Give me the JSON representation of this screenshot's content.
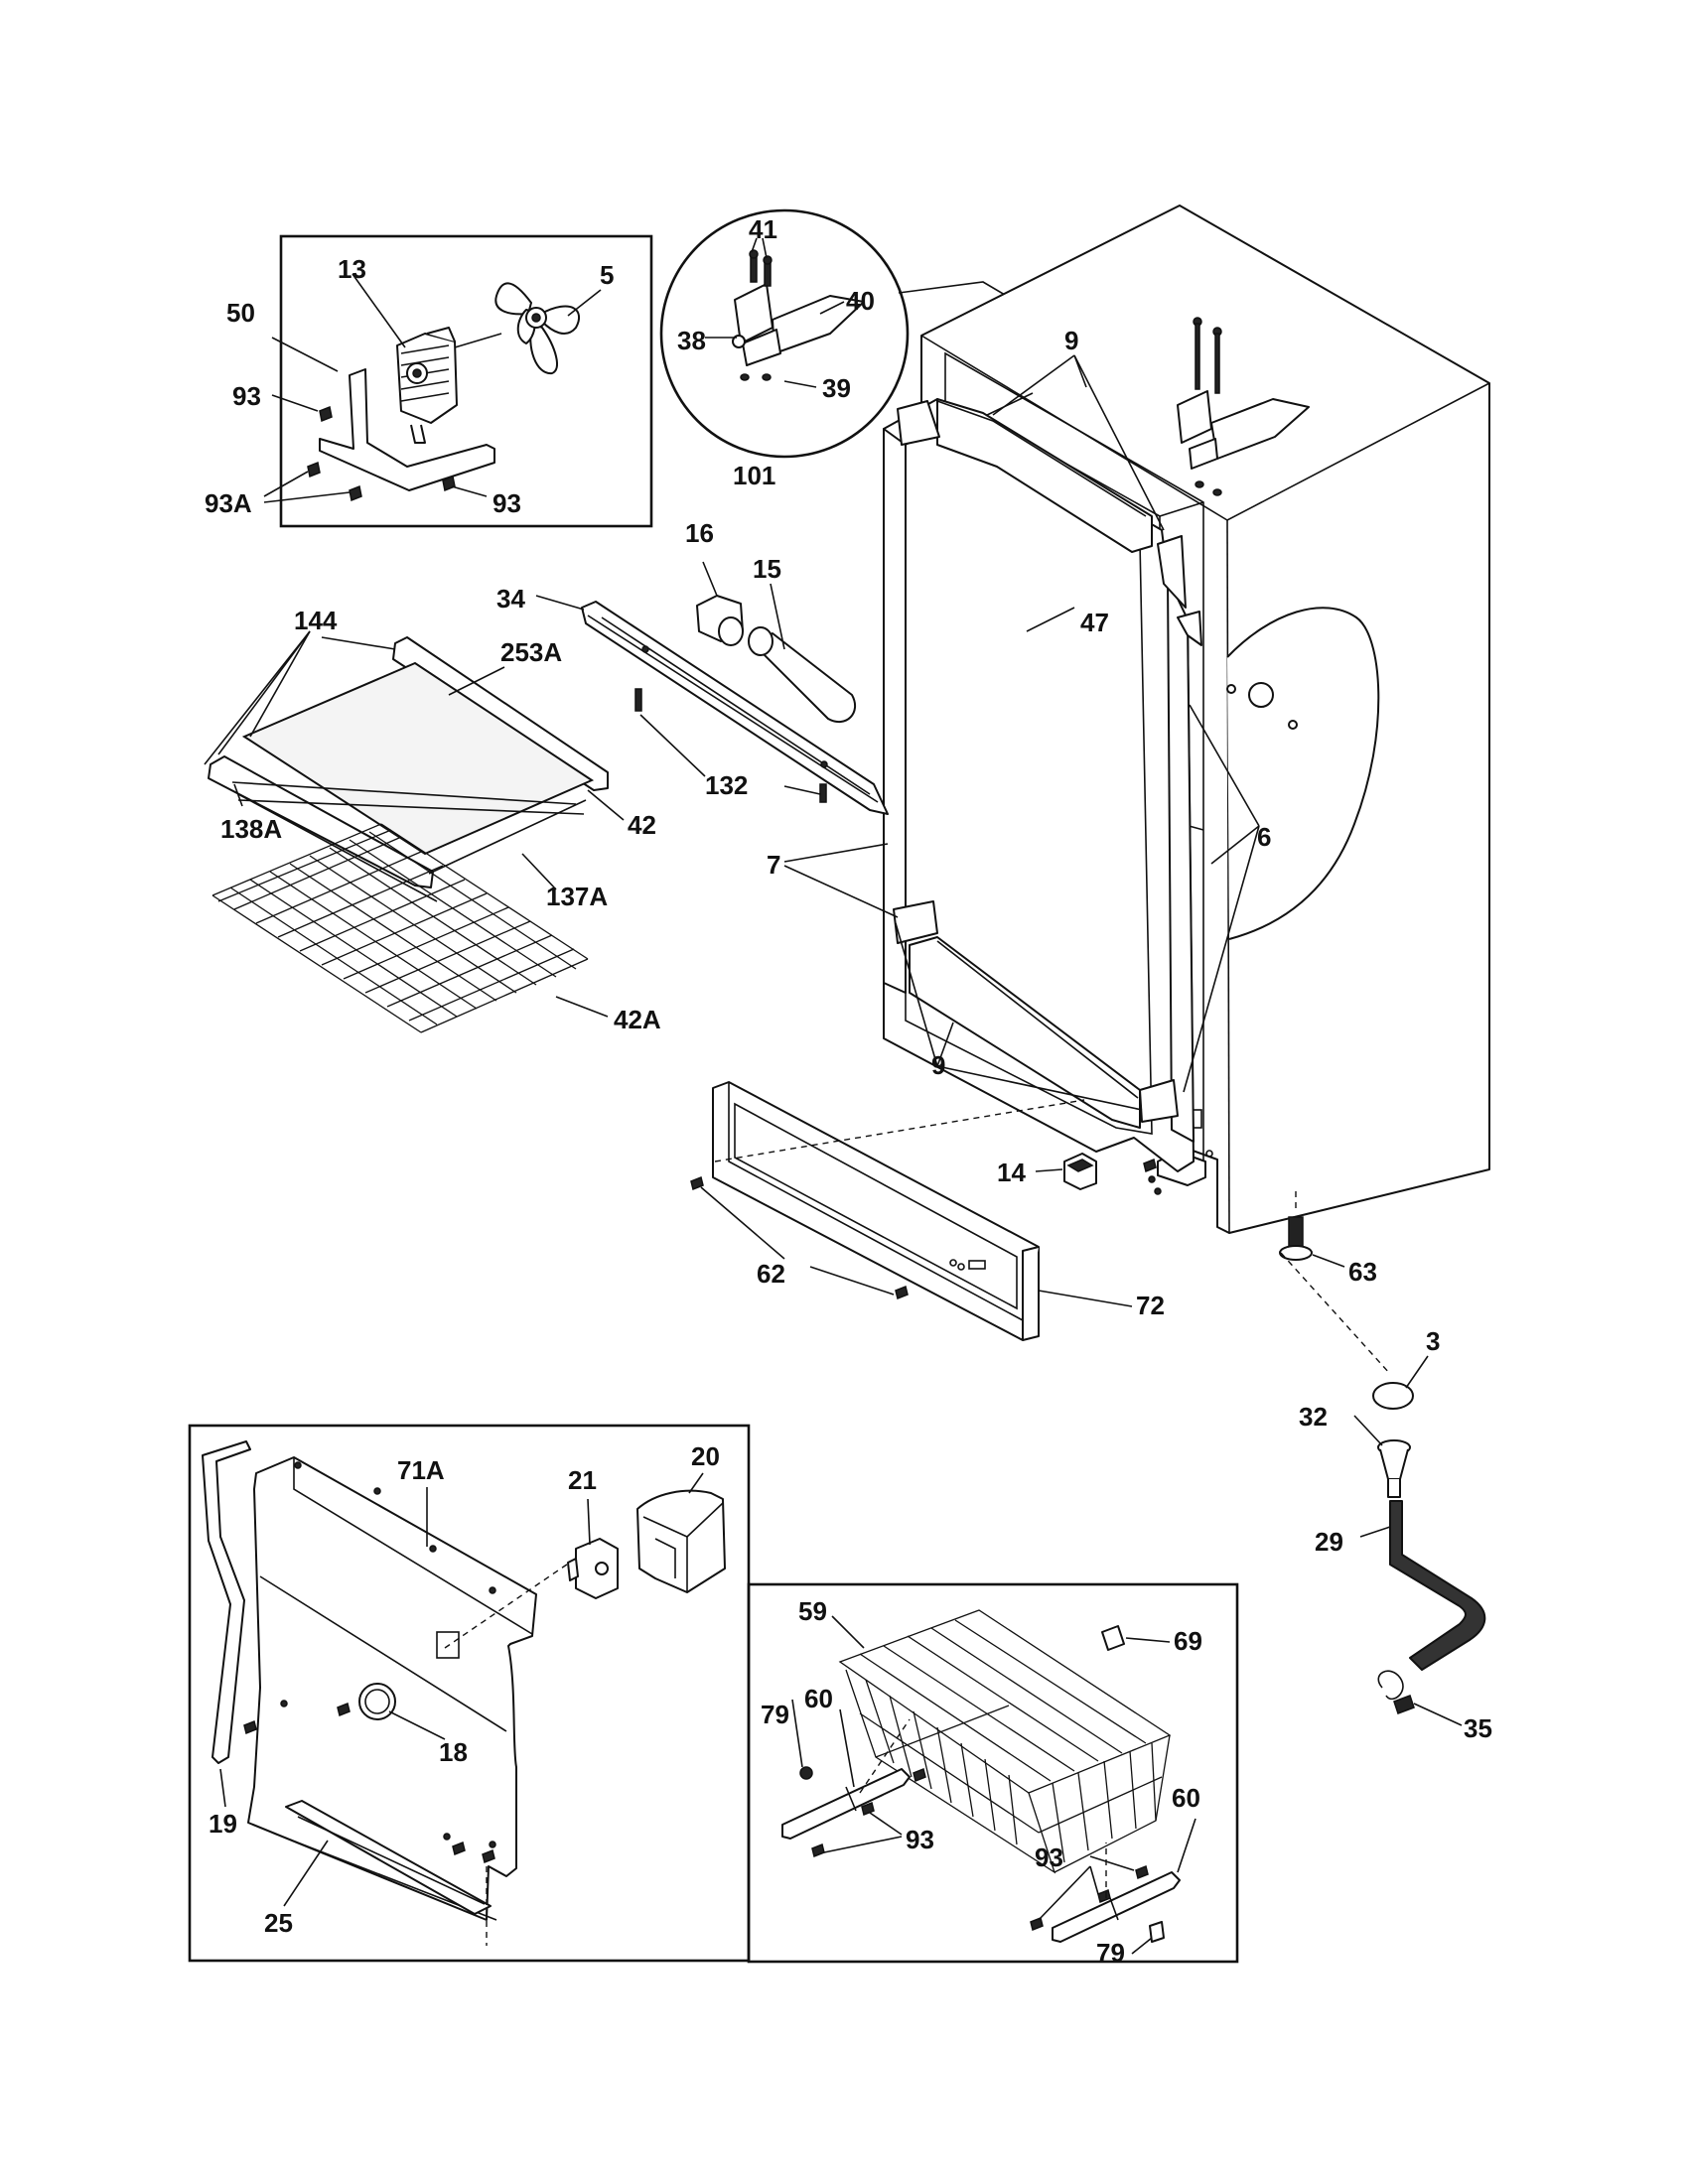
{
  "callouts": [
    {
      "id": "c13",
      "text": "13"
    },
    {
      "id": "c5",
      "text": "5"
    },
    {
      "id": "c50",
      "text": "50"
    },
    {
      "id": "c93a_top",
      "text": "93"
    },
    {
      "id": "c93A",
      "text": "93A"
    },
    {
      "id": "c93b_top",
      "text": "93"
    },
    {
      "id": "c41",
      "text": "41"
    },
    {
      "id": "c40",
      "text": "40"
    },
    {
      "id": "c38",
      "text": "38"
    },
    {
      "id": "c39",
      "text": "39"
    },
    {
      "id": "c101",
      "text": "101"
    },
    {
      "id": "c9_top",
      "text": "9"
    },
    {
      "id": "c16",
      "text": "16"
    },
    {
      "id": "c15",
      "text": "15"
    },
    {
      "id": "c34",
      "text": "34"
    },
    {
      "id": "c47",
      "text": "47"
    },
    {
      "id": "c144",
      "text": "144"
    },
    {
      "id": "c253A",
      "text": "253A"
    },
    {
      "id": "c132",
      "text": "132"
    },
    {
      "id": "c42",
      "text": "42"
    },
    {
      "id": "c138A",
      "text": "138A"
    },
    {
      "id": "c137A",
      "text": "137A"
    },
    {
      "id": "c7",
      "text": "7"
    },
    {
      "id": "c6",
      "text": "6"
    },
    {
      "id": "c42A",
      "text": "42A"
    },
    {
      "id": "c9_bottom",
      "text": "9"
    },
    {
      "id": "c14",
      "text": "14"
    },
    {
      "id": "c62",
      "text": "62"
    },
    {
      "id": "c63",
      "text": "63"
    },
    {
      "id": "c72",
      "text": "72"
    },
    {
      "id": "c3",
      "text": "3"
    },
    {
      "id": "c32",
      "text": "32"
    },
    {
      "id": "c71A",
      "text": "71A"
    },
    {
      "id": "c21",
      "text": "21"
    },
    {
      "id": "c20",
      "text": "20"
    },
    {
      "id": "c29",
      "text": "29"
    },
    {
      "id": "c59",
      "text": "59"
    },
    {
      "id": "c69",
      "text": "69"
    },
    {
      "id": "c35",
      "text": "35"
    },
    {
      "id": "c18",
      "text": "18"
    },
    {
      "id": "c79_left",
      "text": "79"
    },
    {
      "id": "c60_left",
      "text": "60"
    },
    {
      "id": "c93_basket_left",
      "text": "93"
    },
    {
      "id": "c60_right",
      "text": "60"
    },
    {
      "id": "c93_basket_right",
      "text": "93"
    },
    {
      "id": "c19",
      "text": "19"
    },
    {
      "id": "c25",
      "text": "25"
    },
    {
      "id": "c79_right",
      "text": "79"
    }
  ]
}
